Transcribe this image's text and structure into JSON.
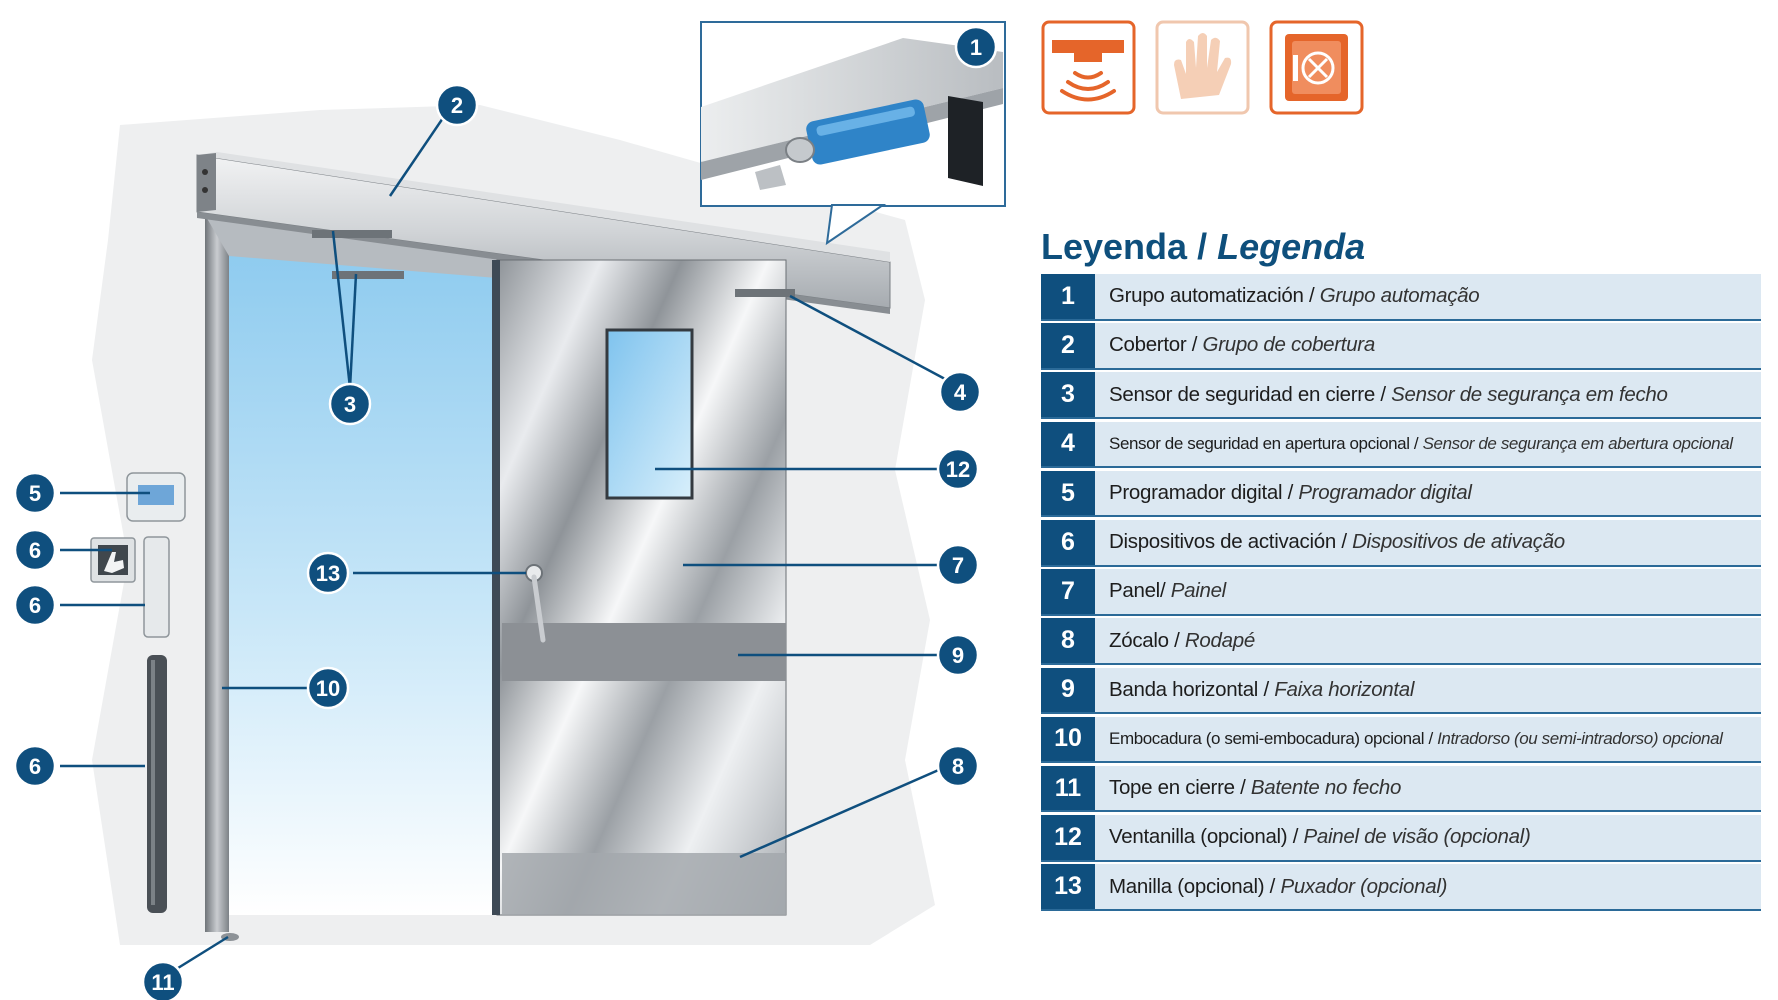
{
  "legend": {
    "title_es": "Leyenda",
    "separator": " / ",
    "title_pt": "Legenda",
    "items": [
      {
        "num": "1",
        "es": "Grupo automatización",
        "sep": " / ",
        "pt": "Grupo automação"
      },
      {
        "num": "2",
        "es": "Cobertor",
        "sep": " / ",
        "pt": "Grupo de cobertura"
      },
      {
        "num": "3",
        "es": "Sensor de seguridad en cierre",
        "sep": " / ",
        "pt": "Sensor de segurança em fecho"
      },
      {
        "num": "4",
        "es": "Sensor de seguridad en apertura opcional",
        "sep": " / ",
        "pt": "Sensor de segurança em abertura opcional"
      },
      {
        "num": "5",
        "es": "Programador digital",
        "sep": " / ",
        "pt": "Programador digital"
      },
      {
        "num": "6",
        "es": "Dispositivos de activación",
        "sep": " / ",
        "pt": "Dispositivos de ativação"
      },
      {
        "num": "7",
        "es": "Panel",
        "sep": "/ ",
        "pt": "Painel"
      },
      {
        "num": "8",
        "es": "Zócalo",
        "sep": " / ",
        "pt": "Rodapé"
      },
      {
        "num": "9",
        "es": "Banda horizontal",
        "sep": " / ",
        "pt": "Faixa horizontal"
      },
      {
        "num": "10",
        "es": "Embocadura (o semi-embocadura) opcional",
        "sep": " / ",
        "pt": "Intradorso (ou semi-intradorso) opcional"
      },
      {
        "num": "11",
        "es": "Tope en cierre",
        "sep": " / ",
        "pt": "Batente no fecho"
      },
      {
        "num": "12",
        "es": "Ventanilla (opcional)",
        "sep": " / ",
        "pt": "Painel de visão (opcional)"
      },
      {
        "num": "13",
        "es": "Manilla (opcional)",
        "sep": " / ",
        "pt": "Puxador (opcional)"
      }
    ]
  },
  "callouts": [
    {
      "label": "1",
      "icon": "numbered-callout"
    },
    {
      "label": "2"
    },
    {
      "label": "3"
    },
    {
      "label": "4"
    },
    {
      "label": "5"
    },
    {
      "label": "6"
    },
    {
      "label": "6"
    },
    {
      "label": "6"
    },
    {
      "label": "7"
    },
    {
      "label": "8"
    },
    {
      "label": "9"
    },
    {
      "label": "10"
    },
    {
      "label": "11"
    },
    {
      "label": "12"
    },
    {
      "label": "13"
    }
  ],
  "feature_icons": [
    "motion-sensor-icon",
    "hand-touch-icon",
    "hermetic-seal-icon"
  ],
  "colors": {
    "callout_fill": "#0f4f7e",
    "legend_number_fill": "#0f4f7e",
    "legend_row_fill": "#dce8f2",
    "title_color": "#0e4f7c",
    "icon_accent": "#e5652a",
    "glass": "#a9d6f0",
    "steel": "#c4c8cc"
  }
}
